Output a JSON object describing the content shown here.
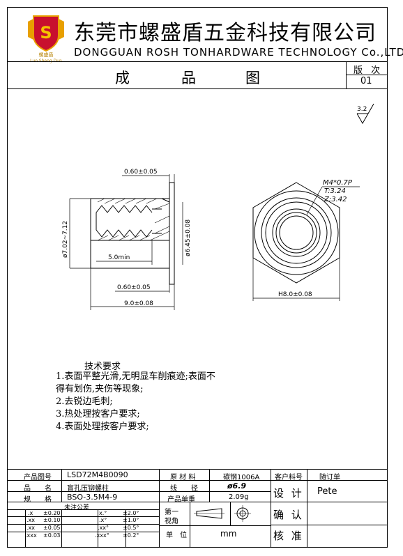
{
  "header": {
    "company_cn": "东莞市螺盛盾五金科技有限公司",
    "company_en": "DONGGUAN ROSH TONHARDWARE TECHNOLOGY Co.,LTD",
    "logo_text": "S",
    "logo_caption_cn": "螺盛盾",
    "logo_caption_en": "Luo Sheng Dun"
  },
  "titlebar": {
    "title_chars": [
      "成",
      "品",
      "图"
    ],
    "version_label": "版 次",
    "version_value": "01"
  },
  "drawing": {
    "roughness": "3.2",
    "dim_flange_top": "0.60±0.05",
    "dim_flange_bottom": "0.60±0.05",
    "dim_total_length": "9.0±0.08",
    "dim_outer_dia": "ø7.02~7.12",
    "dim_body_dia": "ø6.45±0.08",
    "dim_thread_min": "5.0min",
    "thread_spec": "M4*0.7P",
    "thread_t": "T:3.24",
    "thread_z": "Z:3.42",
    "dim_hex": "H8.0±0.08"
  },
  "notes": {
    "title": "技术要求",
    "lines": [
      "1.表面平整光滑,无明显车削痕迹;表面不",
      "得有划伤,夹伤等现象;",
      "2.去锐边毛刺;",
      "3.热处理按客户要求;",
      "4.表面处理按客户要求;"
    ]
  },
  "table": {
    "part_no_label": "产品图号",
    "part_no": "LSD72M4B0090",
    "name_label": "品　　名",
    "name": "盲孔压铆螺柱",
    "spec_label": "规　　格",
    "spec": "BSO-3.5M4-9",
    "material_label": "原 材 料",
    "material": "碳钢1006A",
    "wire_label": "线　　径",
    "wire": "ø6.9",
    "weight_label": "产品单重",
    "weight": "2.09g",
    "customer_no_label": "客户料号",
    "customer_no": "随订单",
    "design_label": "设 计",
    "designer": "Pete",
    "confirm_label": "确 认",
    "verify_label": "核 准",
    "tolerance_title": "未注公差",
    "tolerances": [
      {
        "a": ".x",
        "b": "±0.20",
        "c": "x.°",
        "d": "±2.0°"
      },
      {
        "a": ".xx",
        "b": "±0.10",
        "c": ".x°",
        "d": "±1.0°"
      },
      {
        "a": ".xx",
        "b": "±0.05",
        "c": ".xx°",
        "d": "±0.5°"
      },
      {
        "a": ".xxx",
        "b": "±0.03",
        "c": ".xxx°",
        "d": "±0.2°"
      }
    ],
    "view_label_1": "第一",
    "view_label_2": "视角",
    "unit_label": "单　位",
    "unit": "mm"
  }
}
